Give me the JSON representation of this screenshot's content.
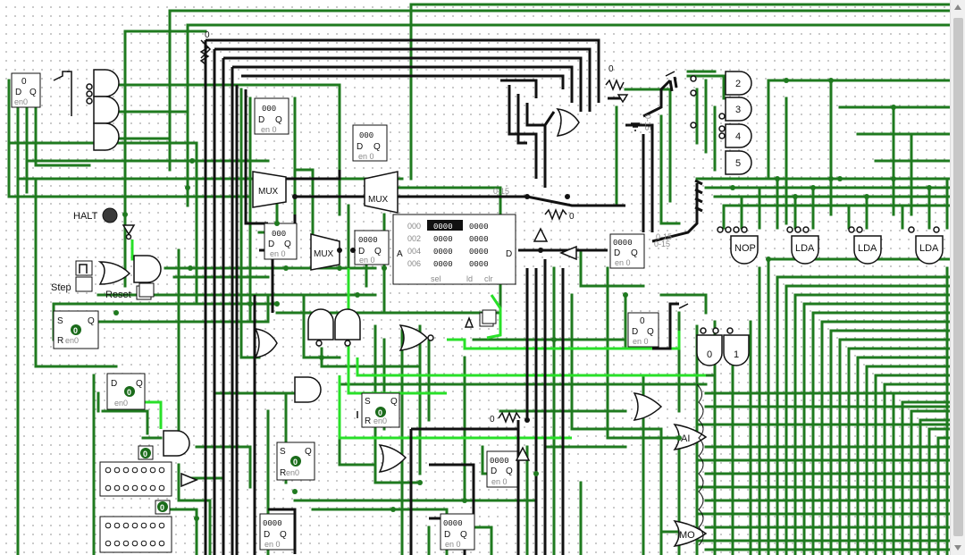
{
  "labels": {
    "halt": "HALT",
    "step": "Step",
    "reset": "Reset",
    "mux": "MUX",
    "nop": "NOP",
    "lda": "LDA",
    "ai": "AI",
    "mo": "MO",
    "nand_num": [
      "2",
      "3",
      "4",
      "5"
    ],
    "and_num": [
      "0",
      "1"
    ],
    "splitter_tags": [
      "0-15",
      "0-15",
      "0-15",
      "0-15"
    ],
    "pin_a": "A",
    "pin_d": "D",
    "probe_zero": "0"
  },
  "flipflop": {
    "d": "D",
    "q": "Q",
    "en": "en",
    "zero": "0",
    "s": "S",
    "r": "R",
    "value_3": "000",
    "value_4": "0000"
  },
  "ram": {
    "addresses": [
      "000",
      "002",
      "004",
      "006"
    ],
    "cells": [
      [
        "0000",
        "0000"
      ],
      [
        "0000",
        "0000"
      ],
      [
        "0000",
        "0000"
      ],
      [
        "0000",
        "0000"
      ]
    ],
    "footer": [
      "sel",
      "ld",
      "clr"
    ]
  },
  "colors": {
    "wire_dark": "#1f7a1f",
    "wire_active": "#28e028",
    "bus": "#111111",
    "bit_one": "#1a6b1a"
  }
}
